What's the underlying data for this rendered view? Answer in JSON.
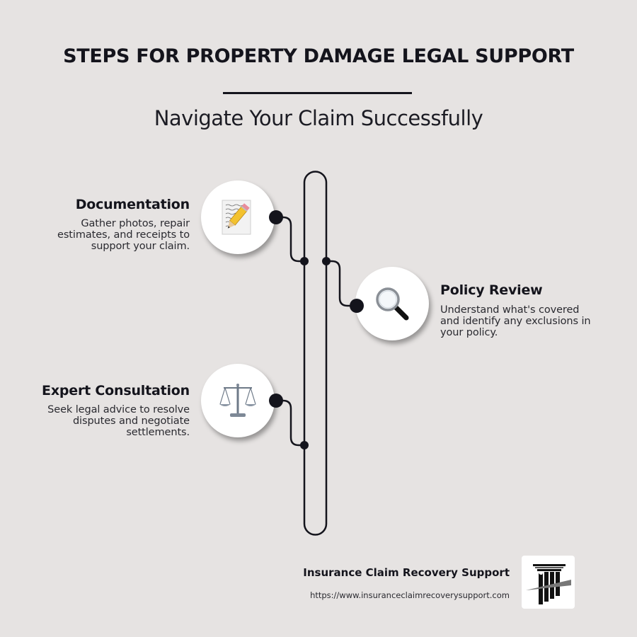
{
  "header": {
    "title": "STEPS FOR PROPERTY DAMAGE LEGAL SUPPORT",
    "subtitle": "Navigate Your Claim Successfully"
  },
  "steps": [
    {
      "title": "Documentation",
      "description": "Gather photos, repair estimates, and receipts to support your claim.",
      "icon": "memo-pencil-icon"
    },
    {
      "title": "Policy Review",
      "description": "Understand what's covered and identify any exclusions in your policy.",
      "icon": "magnifying-glass-icon"
    },
    {
      "title": "Expert Consultation",
      "description": "Seek legal advice to resolve disputes and negotiate settlements.",
      "icon": "balance-scale-icon"
    }
  ],
  "footer": {
    "company": "Insurance Claim Recovery Support",
    "url": "https://www.insuranceclaimrecoverysupport.com",
    "logo": "column-pillar-logo"
  },
  "colors": {
    "background": "#e6e3e2",
    "ink": "#14141c",
    "card": "#ffffff"
  }
}
